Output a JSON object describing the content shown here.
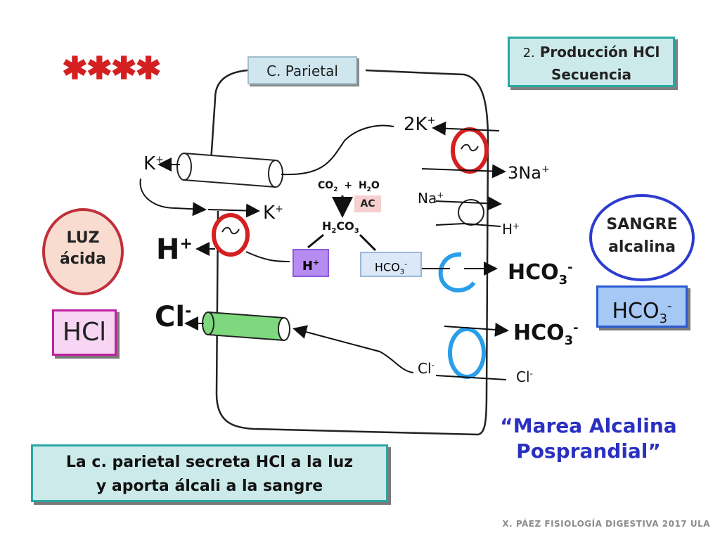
{
  "title_box": {
    "num": "2.",
    "line1": "Producción HCl",
    "line2": "Secuencia"
  },
  "stars": "✱✱✱✱",
  "cell_label": "C. Parietal",
  "reaction": {
    "co2": "CO",
    "co2_sub": "2",
    "plus": "+",
    "h2o": "H",
    "h2o_sub": "2",
    "h2o_o": "O",
    "enzyme": "AC",
    "h2co3_h": "H",
    "h2co3_sub": "2",
    "h2co3_rest": "CO",
    "h2co3_sub2": "3"
  },
  "ions": {
    "h_cyto": "H",
    "h_cyto_sup": "+",
    "hco3_cyto": "HCO",
    "hco3_cyto_sub": "3",
    "hco3_cyto_sup": "-",
    "h_big": "H",
    "h_big_sup": "+",
    "cl_big": "Cl",
    "cl_big_sup": "-",
    "k_left": "K",
    "k_left_sup": "+",
    "k_mid": "K",
    "k_mid_sup": "+",
    "k_top": "2K",
    "k_top_sup": "+",
    "na_out": "3Na",
    "na_out_sup": "+",
    "na_in": "Na",
    "na_in_sup": "+",
    "h_out": "H",
    "h_out_sup": "+",
    "hco3_1": "HCO",
    "hco3_1_sub": "3",
    "hco3_1_sup": "-",
    "hco3_2": "HCO",
    "hco3_2_sub": "3",
    "hco3_2_sup": "-",
    "cl_in": "Cl",
    "cl_in_sup": "-",
    "cl_out": "Cl",
    "cl_out_sup": "-"
  },
  "luz": {
    "line1": "LUZ",
    "line2": "ácida"
  },
  "sangre": {
    "line1": "SANGRE",
    "line2": "alcalina"
  },
  "hcl_box": "HCl",
  "hco3_box": {
    "main": "HCO",
    "sub": "3",
    "sup": "-"
  },
  "marea": {
    "line1": "“Marea Alcalina",
    "line2": "Posprandial”"
  },
  "bottom_box": {
    "line1": "La c. parietal secreta HCl a la luz",
    "line2": "y aporta álcali a la sangre"
  },
  "footer": "X. PÁEZ   FISIOLOGÍA DIGESTIVA 2017   ULA",
  "colors": {
    "pump_red": "#d42020",
    "transport_blue": "#2a9ee8",
    "channel_green": "#3cb34a",
    "accent_teal": "#2aa7a0",
    "blood_blue": "#2c3ccf"
  }
}
